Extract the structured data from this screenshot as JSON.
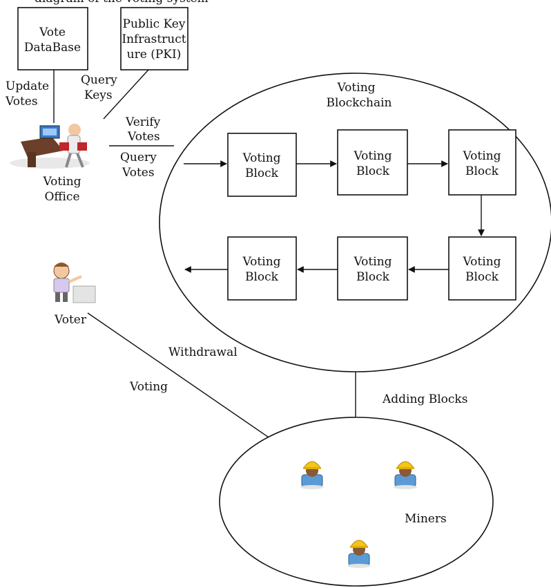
{
  "title_fragment": "diagram of the voting system",
  "nodes": {
    "vote_db": {
      "line1": "Vote",
      "line2": "DataBase"
    },
    "pki": {
      "line1": "Public Key",
      "line2": "Infrastruct",
      "line3": "ure (PKI)"
    },
    "voting_office": {
      "line1": "Voting",
      "line2": "Office"
    },
    "voter": {
      "label": "Voter"
    },
    "blockchain": {
      "line1": "Voting",
      "line2": "Blockchain"
    },
    "miners": {
      "label": "Miners"
    }
  },
  "blocks": [
    {
      "line1": "Voting",
      "line2": "Block"
    },
    {
      "line1": "Voting",
      "line2": "Block"
    },
    {
      "line1": "Voting",
      "line2": "Block"
    },
    {
      "line1": "Voting",
      "line2": "Block"
    },
    {
      "line1": "Voting",
      "line2": "Block"
    },
    {
      "line1": "Voting",
      "line2": "Block"
    }
  ],
  "edges": {
    "update_votes": {
      "line1": "Update",
      "line2": "Votes"
    },
    "query_keys": {
      "line1": "Query",
      "line2": "Keys"
    },
    "verify_votes": {
      "line1": "Verify",
      "line2": "Votes"
    },
    "query_votes": {
      "line1": "Query",
      "line2": "Votes"
    },
    "withdrawal": "Withdrawal",
    "voting": "Voting",
    "adding_blocks": "Adding Blocks"
  },
  "icons": {
    "office_worker": "office-worker-desk-icon",
    "voter_person": "voter-ballot-icon",
    "miner": "miner-helmet-icon"
  }
}
